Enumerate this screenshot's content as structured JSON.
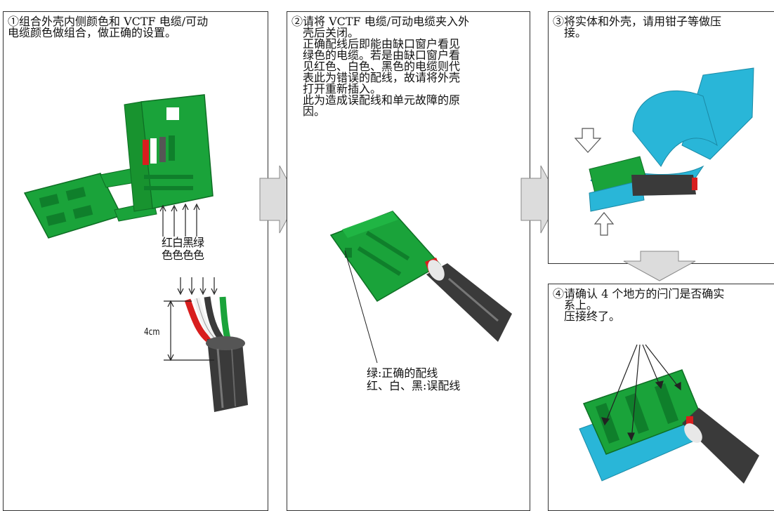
{
  "step1": {
    "lines": [
      "①组合外壳内侧颜色和 VCTF 电缆/可动",
      "电缆颜色做组合，做正确的设置。"
    ],
    "color_labels_row1": "红白黑绿",
    "color_labels_row2": "色色色色",
    "length_label": "4cm"
  },
  "step2": {
    "lines": [
      "②请将 VCTF 电缆/可动电缆夹入外",
      "壳后关闭。",
      "正确配线后即能由缺口窗户看见",
      "绿色的电缆。若是由缺口窗户看",
      "见红色、白色、黑色的电缆则代",
      "表此为错误的配线，故请将外壳",
      "打开重新插入。",
      "此为造成误配线和单元故障的原",
      "因。"
    ],
    "label_correct": "绿:正确的配线",
    "label_wrong": "红、白、黑:误配线"
  },
  "step3": {
    "lines": [
      "③将实体和外壳，请用钳子等做压",
      "接。"
    ]
  },
  "step4": {
    "lines": [
      "④请确认 4 个地方的闩门是否确实",
      "系上。",
      "压接终了。"
    ]
  },
  "colors": {
    "connector_green": "#1aa33a",
    "plier_cyan": "#29b6d8",
    "wire_red": "#d81e1e",
    "cable_dark": "#3a3a3a",
    "arrow_fill": "#dcdcdc",
    "frame": "#333333"
  }
}
